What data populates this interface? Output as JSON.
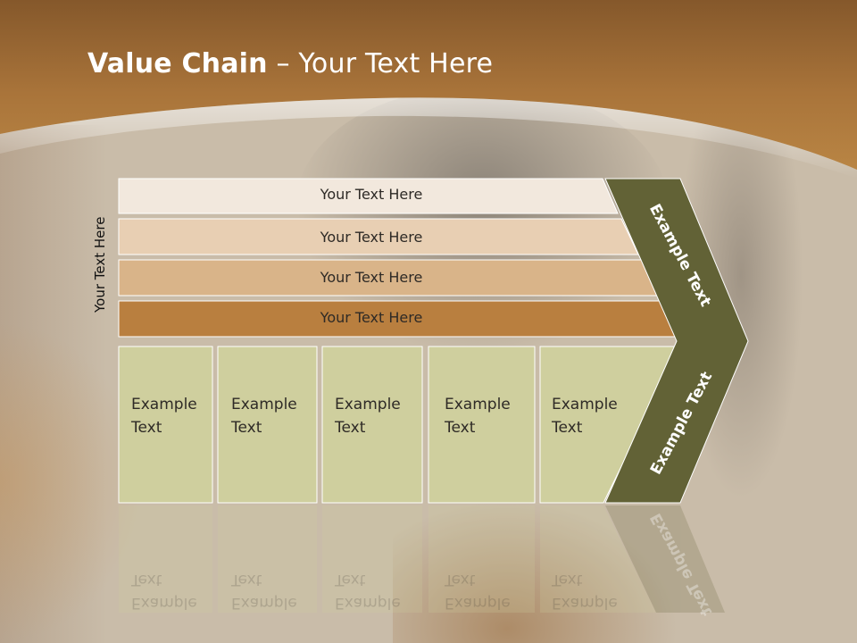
{
  "title": {
    "bold": "Value Chain",
    "rest": " – Your Text Here"
  },
  "side_label": "Your Text Here",
  "bars": [
    "Your Text Here",
    "Your Text Here",
    "Your Text Here",
    "Your Text Here"
  ],
  "activities": [
    {
      "line1": "Example",
      "line2": "Text"
    },
    {
      "line1": "Example",
      "line2": "Text"
    },
    {
      "line1": "Example",
      "line2": "Text"
    },
    {
      "line1": "Example",
      "line2": "Text"
    },
    {
      "line1": "Example",
      "line2": "Text"
    }
  ],
  "chevron": {
    "upper": "Example Text",
    "lower": "Example Text"
  },
  "colors": {
    "header": "#a9743a",
    "bar1": "#f2e8dd",
    "bar2": "#e8cfb3",
    "bar3": "#d9b489",
    "bar4": "#b97f3f",
    "cell": "#cfcf9e",
    "chevron": "#626236"
  }
}
